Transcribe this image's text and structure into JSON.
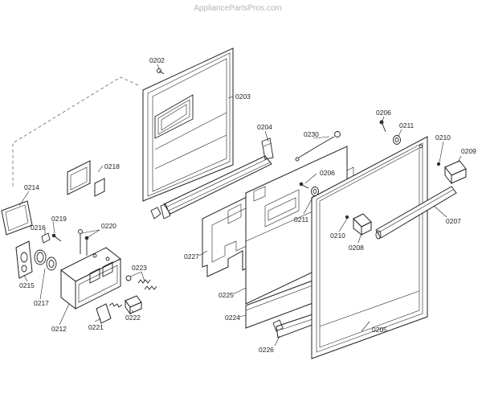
{
  "watermark": "AppliancePartsPros.com",
  "labels": {
    "p0202": "0202",
    "p0203": "0203",
    "p0204": "0204",
    "p0205": "0205",
    "p0206a": "0206",
    "p0206b": "0206",
    "p0207": "0207",
    "p0208": "0208",
    "p0209": "0209",
    "p0210a": "0210",
    "p0210b": "0210",
    "p0211a": "0211",
    "p0211b": "0211",
    "p0212": "0212",
    "p0214": "0214",
    "p0215": "0215",
    "p0216": "0216",
    "p0217": "0217",
    "p0218": "0218",
    "p0219": "0219",
    "p0220": "0220",
    "p0221": "0221",
    "p0222": "0222",
    "p0223": "0223",
    "p0224": "0224",
    "p0225": "0225",
    "p0226": "0226",
    "p0227": "0227",
    "p0230": "0230"
  }
}
